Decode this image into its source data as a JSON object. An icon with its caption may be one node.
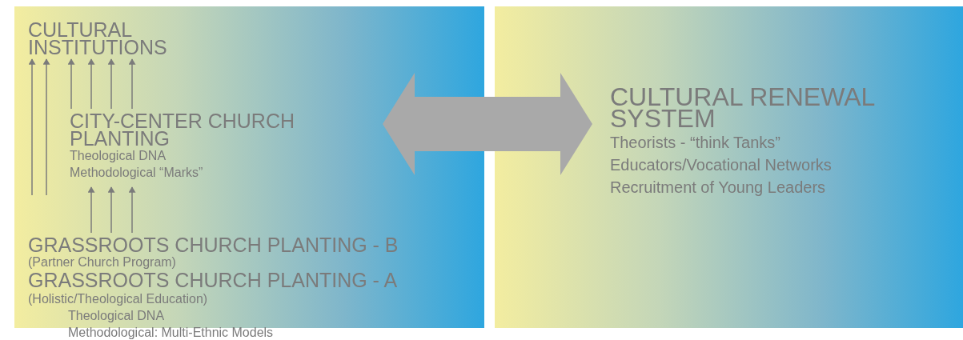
{
  "diagram": {
    "nodes": [
      {
        "text": [],
        "shape": "box"
      },
      {
        "text": [
          "CULTURAL INSTITUTIONS"
        ],
        "in": 0
      },
      {
        "text": [
          "CITY-CENTER CHURCH PLANTING",
          "Theological DNA",
          "Methodological “Marks”"
        ],
        "in": 0
      },
      {
        "text": [
          "GRASSROOTS CHURCH PLANTING - B",
          "(Partner Church Program)"
        ],
        "in": 0
      },
      {
        "text": [
          "GRASSROOTS CHURCH PLANTING - A",
          "(Holistic/Theological Education)",
          "Theological DNA",
          "Methodological: Multi-Ethnic Models"
        ]
      },
      {
        "text": [],
        "shape": "box"
      },
      {
        "text": [
          "CULTURAL RENEWAL SYSTEM",
          "Theorists - “think Tanks”",
          "Educators/Vocational Networks",
          "Recruitment of Young Leaders"
        ],
        "in": 5
      }
    ],
    "edges": [
      {
        "from": null,
        "to": 1,
        "arrow": "to"
      },
      {
        "from": null,
        "to": 1,
        "arrow": "to"
      },
      {
        "from": 2,
        "to": 1,
        "arrow": "to"
      },
      {
        "from": 2,
        "to": 1,
        "arrow": "to"
      },
      {
        "from": 2,
        "to": 1,
        "arrow": "to"
      },
      {
        "from": 2,
        "to": 1,
        "arrow": "to"
      },
      {
        "from": 3,
        "to": 2,
        "arrow": "to"
      },
      {
        "from": 3,
        "to": 2,
        "arrow": "to"
      },
      {
        "from": 3,
        "to": 2,
        "arrow": "to"
      },
      {
        "from": 0,
        "to": 5,
        "arrow": "both",
        "style": "thick",
        "color": "#a9a9a9"
      }
    ]
  }
}
